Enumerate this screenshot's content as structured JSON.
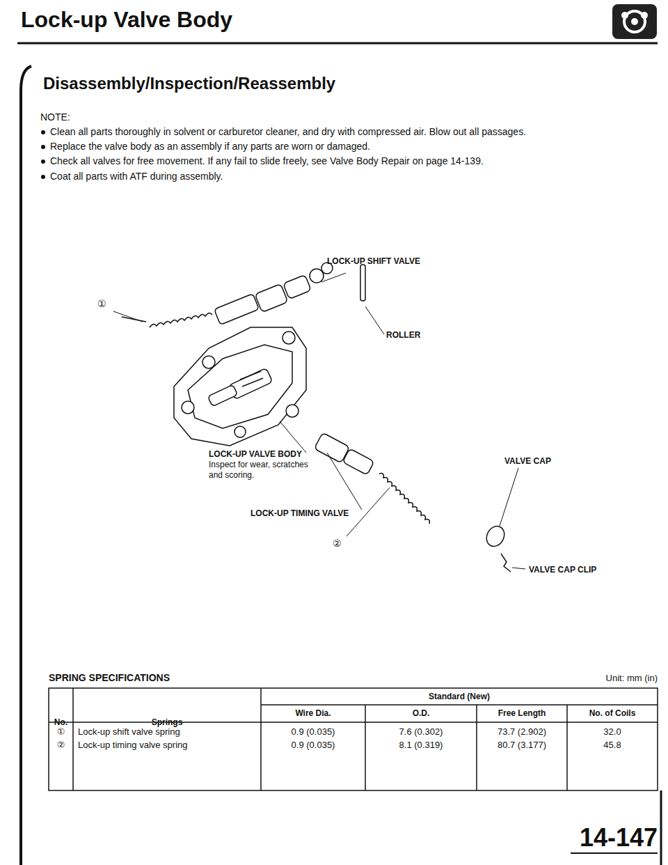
{
  "diagram": {
    "title": "Lock-up Valve Body",
    "labels": [
      "Disassembly/Inspection/Reassembly",
      "NOTE:",
      "Clean all parts thoroughly in solvent or carburetor cleaner, and dry with compressed air. Blow out all passages.",
      "Replace the valve body as an assembly if any parts are worn or damaged.",
      "Check all valves for free movement. If any fail to slide freely, see Valve Body Repair on page 14-139.",
      "Coat all parts with ATF during assembly.",
      "LOCK-UP SHIFT VALVE",
      "①",
      "ROLLER",
      "LOCK-UP VALVE BODY",
      "Inspect for wear, scratches and scoring.",
      "VALVE CAP",
      "LOCK-UP TIMING VALVE",
      "②",
      "VALVE CAP CLIP",
      "SPRING SPECIFICATIONS",
      "Unit: mm (in)",
      "No.",
      "Springs",
      "Standard (New)",
      "Wire Dia.",
      "O.D.",
      "Free Length",
      "No. of Coils",
      "①",
      "②",
      "Lock-up shift valve spring",
      "Lock-up timing valve spring",
      "0.9 (0.035)",
      "0.9 (0.035)",
      "7.6 (0.302)",
      "8.1 (0.319)",
      "73.7 (2.902)",
      "80.7 (3.177)",
      "32.0",
      "45.8",
      "14-147"
    ]
  }
}
